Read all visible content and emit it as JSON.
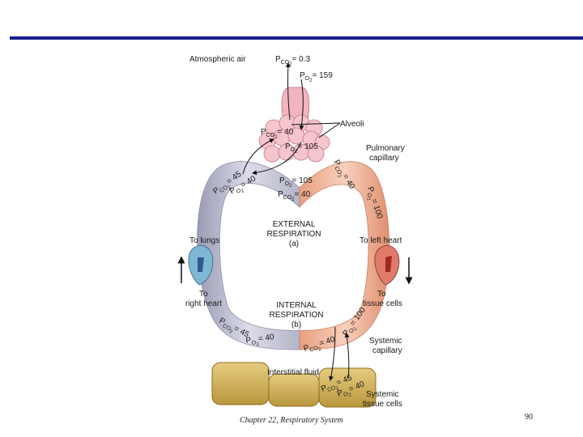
{
  "colors": {
    "rule": "#1a1a8c",
    "venous": "#c8c8d8",
    "arterial": "#f0b8a0",
    "alveoli": "#f4b8c0",
    "tissue": "#d8b860"
  },
  "labels": {
    "atmospheric_air": "Atmospheric air",
    "pco2_atm": "P",
    "pco2_atm_sub": "CO",
    "pco2_atm_val": "= 0.3",
    "po2_atm": "P",
    "po2_atm_sub": "O",
    "po2_atm_val": "= 159",
    "alveoli": "Alveoli",
    "alv_pco2": "P",
    "alv_pco2_sub": "CO",
    "alv_pco2_val": "= 40",
    "alv_po2": "P",
    "alv_po2_sub": "O",
    "alv_po2_val": "= 105",
    "pulmonary_capillary_1": "Pulmonary",
    "pulmonary_capillary_2": "capillary",
    "ven_pco2": "P",
    "ven_pco2_sub": "CO",
    "ven_pco2_val": "= 45",
    "ven_po2": "P",
    "ven_po2_sub": "O",
    "ven_po2_val": "= 40",
    "art_pco2": "P",
    "art_pco2_sub": "CO",
    "art_pco2_val": "= 40",
    "art_po2": "P",
    "art_po2_sub": "O",
    "art_po2_val": "= 100",
    "mid_po2": "P",
    "mid_po2_sub": "O",
    "mid_po2_val": "= 105",
    "mid_pco2": "P",
    "mid_pco2_sub": "CO",
    "mid_pco2_val": "= 40",
    "external_1": "EXTERNAL",
    "external_2": "RESPIRATION",
    "external_3": "(a)",
    "to_lungs": "To lungs",
    "to_left_heart": "To left heart",
    "to_right_heart_1": "To",
    "to_right_heart_2": "right heart",
    "to_tissue_1": "To",
    "to_tissue_2": "tissue cells",
    "internal_1": "INTERNAL",
    "internal_2": "RESPIRATION",
    "internal_3": "(b)",
    "sys_ven_pco2": "P",
    "sys_ven_pco2_sub": "CO",
    "sys_ven_pco2_val": "= 45",
    "sys_ven_po2": "P",
    "sys_ven_po2_sub": "O",
    "sys_ven_po2_val": "= 40",
    "sys_art_pco2": "P",
    "sys_art_pco2_sub": "CO",
    "sys_art_pco2_val": "= 40",
    "sys_art_po2": "P",
    "sys_art_po2_sub": "O",
    "sys_art_po2_val": "= 100",
    "systemic_capillary_1": "Systemic",
    "systemic_capillary_2": "capillary",
    "interstitial": "Interstitial fluid",
    "tis_pco2": "P",
    "tis_pco2_sub": "CO",
    "tis_pco2_val": "= 45",
    "tis_po2": "P",
    "tis_po2_sub": "O",
    "tis_po2_val": "= 40",
    "systemic_tissue_1": "Systemic",
    "systemic_tissue_2": "tissue cells",
    "sub2": "2"
  },
  "footer": {
    "chapter": "Chapter 22, Respiratory System",
    "page": "90"
  }
}
